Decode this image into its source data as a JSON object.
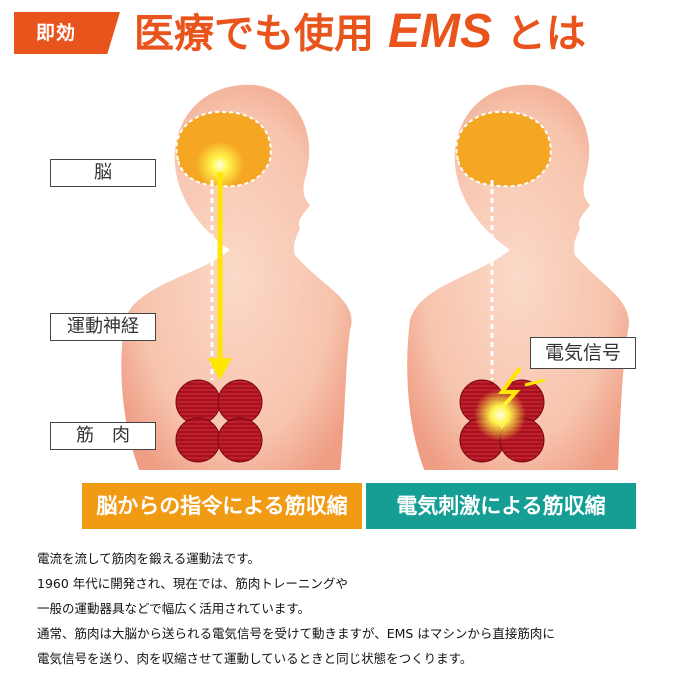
{
  "header": {
    "badge": "即効",
    "title_prefix": "医療でも使用",
    "title_ems": "EMS",
    "title_suffix": "とは"
  },
  "labels": {
    "brain": "脳",
    "motor_nerve": "運動神経",
    "muscle": "筋　肉",
    "electric_signal": "電気信号"
  },
  "captions": {
    "left": "脳からの指令による筋収縮",
    "right": "電気刺激による筋収縮"
  },
  "description": [
    "電流を流して筋肉を鍛える運動法です。",
    "1960 年代に開発され、現在では、筋肉トレーニングや",
    "一般の運動器具などで幅広く活用されています。",
    "通常、筋肉は大脳から送られる電気信号を受けて動きますが、EMS はマシンから直接筋肉に",
    "電気信号を送り、肉を収縮させて運動しているときと同じ状態をつくります。"
  ],
  "colors": {
    "accent_orange": "#e8541c",
    "caption_orange": "#f19a14",
    "caption_teal": "#149e94",
    "muscle_red": "#a8101c",
    "brain_orange": "#f5a623",
    "arrow_yellow": "#ffe600"
  }
}
